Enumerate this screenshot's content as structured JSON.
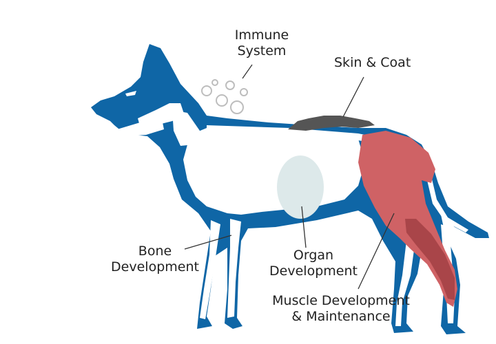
{
  "labels": {
    "immune_line1": "Immune",
    "immune_line2": "System",
    "skin_coat": "Skin & Coat",
    "bone_line1": "Bone",
    "bone_line2": "Development",
    "organ_line1": "Organ",
    "organ_line2": "Development",
    "muscle_line1": "Muscle Development",
    "muscle_line2": "& Maintenance"
  },
  "colors": {
    "body": "#0f66a6",
    "skeleton": "#ffffff",
    "organ": "#dde9ea",
    "muscle": "#cf6265",
    "muscle_shadow": "#a94549",
    "fur": "#555555",
    "microbe": "#bdbdbd",
    "leader_line": "#333333"
  }
}
